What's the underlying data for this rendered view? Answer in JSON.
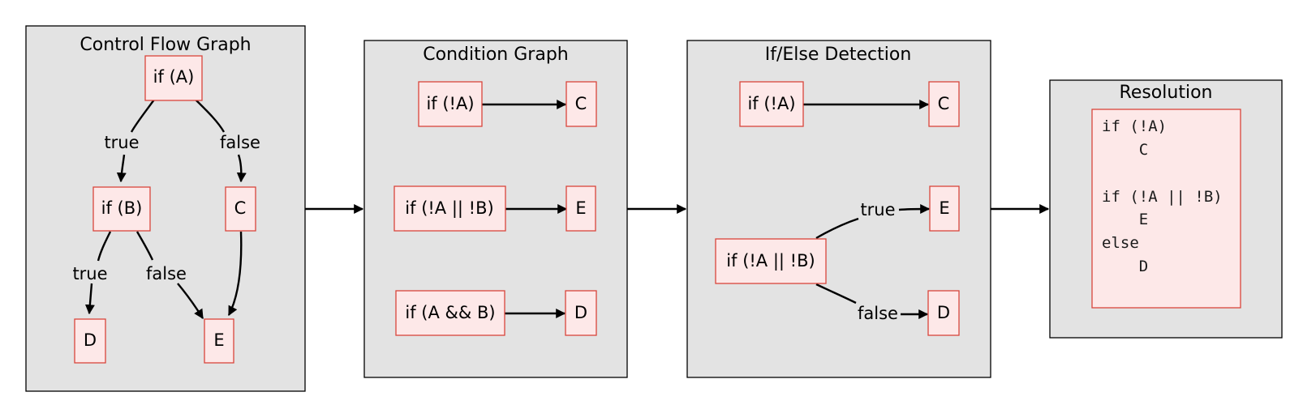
{
  "panels": {
    "cfg": {
      "title": "Control Flow Graph"
    },
    "condition": {
      "title": "Condition Graph"
    },
    "ifelse": {
      "title": "If/Else Detection"
    },
    "resolution": {
      "title": "Resolution"
    }
  },
  "cfg": {
    "node_if_a": "if (A)",
    "node_if_b": "if (B)",
    "node_c": "C",
    "node_d": "D",
    "node_e": "E",
    "edge_a_true": "true",
    "edge_a_false": "false",
    "edge_b_true": "true",
    "edge_b_false": "false"
  },
  "condition": {
    "cond_1": "if (!A)",
    "target_1": "C",
    "cond_2": "if (!A || !B)",
    "target_2": "E",
    "cond_3": "if (A && B)",
    "target_3": "D"
  },
  "ifelse": {
    "cond_1": "if (!A)",
    "target_1": "C",
    "cond_2": "if (!A || !B)",
    "target_true": "E",
    "target_false": "D",
    "label_true": "true",
    "label_false": "false"
  },
  "resolution": {
    "lines": [
      "if (!A)",
      "    C",
      "",
      "if (!A || !B)",
      "    E",
      "else",
      "    D"
    ]
  },
  "colors": {
    "panel_fill": "#e3e3e3",
    "node_fill": "#fde8e8",
    "node_stroke": "#d9453b"
  }
}
